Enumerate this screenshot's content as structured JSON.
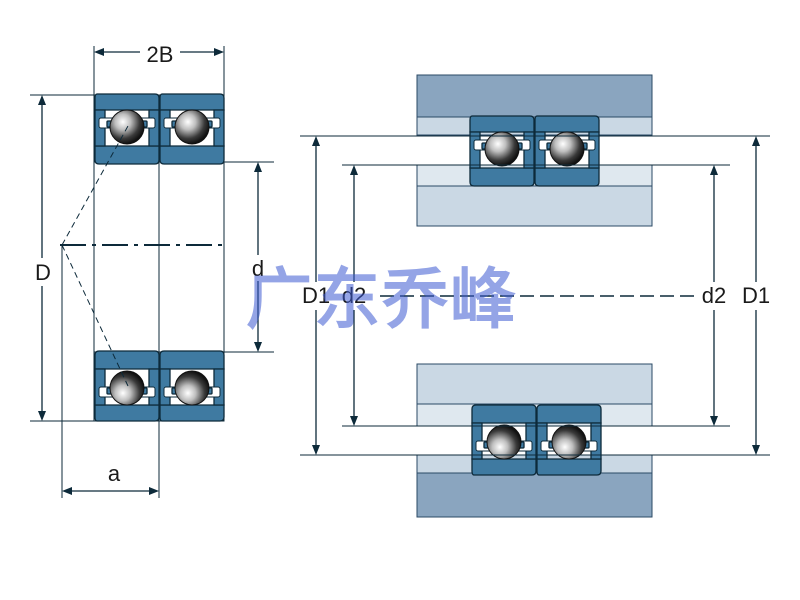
{
  "labels": {
    "width": "2B",
    "outer_dia": "D",
    "bore_dia": "d",
    "load_center": "a",
    "d1_left": "D1",
    "d2_left": "d2",
    "d2_right": "d2",
    "d1_right": "D1"
  },
  "watermark": "广东乔峰",
  "colors": {
    "ring": "#3f7aa1",
    "housing": "#8aa5bf",
    "shaft": "#cad8e4",
    "line": "#0d2a3a",
    "watermark": "#3c5ad2"
  }
}
